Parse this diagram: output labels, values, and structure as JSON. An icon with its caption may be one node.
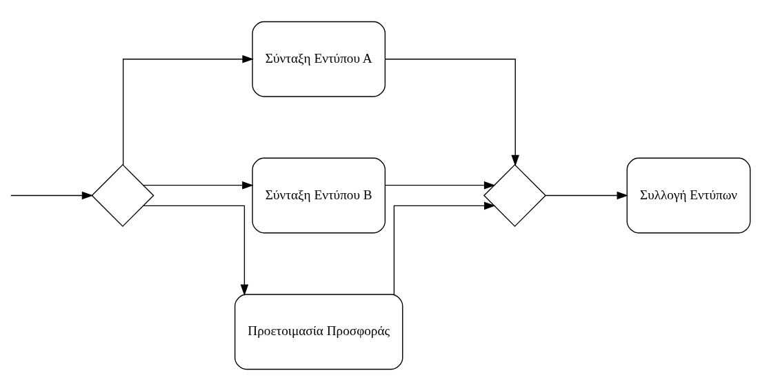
{
  "diagram": {
    "nodes": [
      {
        "text": [],
        "shape": "diamond"
      },
      {
        "text": [
          "Σύνταξη Εντύπου Α"
        ]
      },
      {
        "text": [
          "Σύνταξη Εντύπου Β"
        ]
      },
      {
        "text": [
          "Προετοιμασία Προσφοράς"
        ]
      },
      {
        "text": [],
        "shape": "diamond"
      },
      {
        "text": [
          "Συλλογή Εντύπων"
        ]
      }
    ],
    "edges": [
      {
        "from": null,
        "to": 0,
        "arrow": "to"
      },
      {
        "from": 0,
        "to": 1,
        "arrow": "to"
      },
      {
        "from": 0,
        "to": 2,
        "arrow": "to"
      },
      {
        "from": 0,
        "to": 3,
        "arrow": "to"
      },
      {
        "from": 1,
        "to": 4,
        "arrow": "to"
      },
      {
        "from": 2,
        "to": 4,
        "arrow": "to"
      },
      {
        "from": 3,
        "to": 4,
        "arrow": "to"
      },
      {
        "from": 4,
        "to": 5,
        "arrow": "to"
      }
    ]
  }
}
